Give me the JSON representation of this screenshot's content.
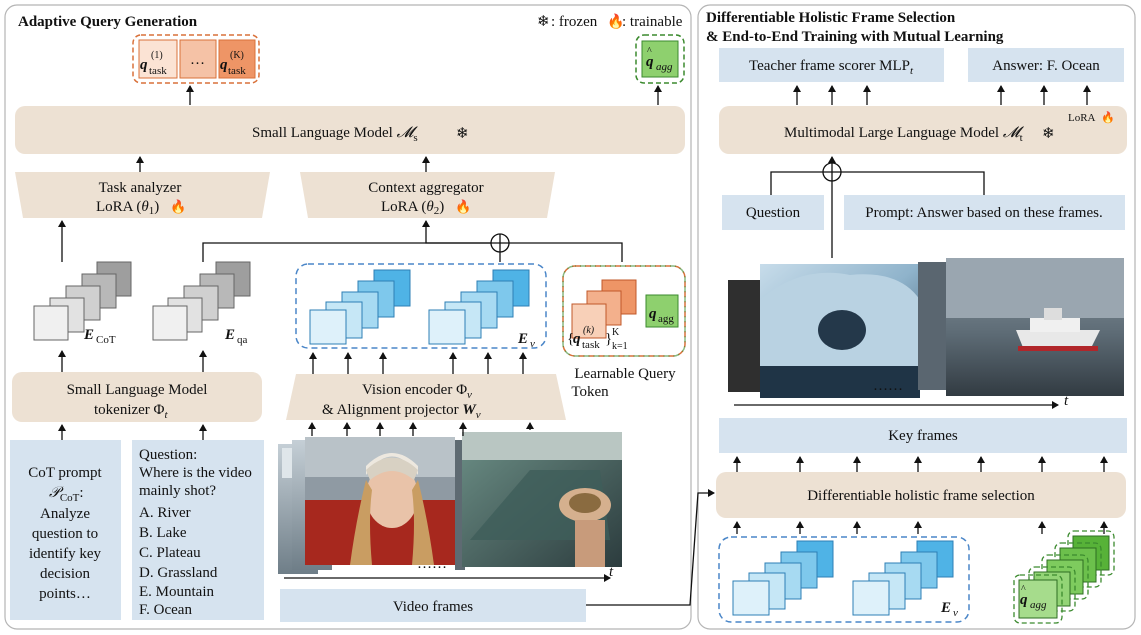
{
  "left_panel": {
    "title": "Adaptive Query Generation",
    "legend": {
      "frozen": ": frozen",
      "trainable": ": trainable"
    },
    "query_box": {
      "q_task_1": "q",
      "q_task_1_sup": "(1)",
      "q_task_1_sub": "task",
      "ellipsis": "…",
      "q_task_k": "q",
      "q_task_k_sup": "(K)",
      "q_task_k_sub": "task"
    },
    "q_agg_hat": {
      "text": "q",
      "sub": "agg"
    },
    "slm_top": {
      "label": "Small Language Model ",
      "math": "𝓜",
      "sub": "s"
    },
    "task_analyzer": {
      "line1": "Task analyzer",
      "line2": "LoRA (",
      "theta": "θ",
      "theta_sub": "1",
      "close": ")"
    },
    "context_aggregator": {
      "line1": "Context aggregator",
      "line2": "LoRA (",
      "theta": "θ",
      "theta_sub": "2",
      "close": ")"
    },
    "e_cot": {
      "text": "E",
      "sub": "CoT"
    },
    "e_qa": {
      "text": "E",
      "sub": "qa"
    },
    "e_v": {
      "text": "E",
      "sub": "v"
    },
    "learnable": {
      "q": "q",
      "sup": "(k)",
      "sub": "task",
      "range_sup": "K",
      "range_sub": "k=1",
      "agg": "q",
      "agg_sub": "agg",
      "caption1": "Learnable Query",
      "caption2": "Token"
    },
    "tokenizer": {
      "line1": "Small Language Model",
      "line2": "tokenizer  Φ",
      "sub": "t"
    },
    "vision_encoder": {
      "line1": "Vision encoder Φ",
      "line1_sub": "v",
      "line2": "& Alignment projector ",
      "line2_w": "W",
      "line2_sub": "v"
    },
    "cot_prompt": [
      "CoT prompt",
      "𝒫",
      "CoT",
      ":",
      "Analyze",
      "question to",
      "identify key",
      "decision",
      "points…"
    ],
    "question": [
      "Question:",
      "Where is the video",
      "mainly shot?",
      "A. River",
      "B. Lake",
      "C. Plateau",
      "D. Grassland",
      "E. Mountain",
      "F. Ocean"
    ],
    "video_frames": "Video frames",
    "frames_ellipsis": "……",
    "t": "t"
  },
  "right_panel": {
    "title1": "Differentiable Holistic Frame Selection",
    "title2": "& End-to-End Training with Mutual Learning",
    "teacher": {
      "text": "Teacher frame scorer MLP",
      "sub": "t"
    },
    "answer": "Answer: F. Ocean",
    "mllm": {
      "text": "Multimodal Large Language Model ",
      "math": "𝓜",
      "sub": "t"
    },
    "lora": "LoRA",
    "question": "Question",
    "prompt": "Prompt: Answer based on these frames.",
    "frames_ellipsis": "……",
    "t": "t",
    "key_frames": "Key frames",
    "dhfs": "Differentiable holistic frame selection",
    "e_v": {
      "text": "E",
      "sub": "v"
    },
    "q_agg_hat": {
      "text": "q",
      "sub": "agg"
    }
  },
  "colors": {
    "beige": "#ede1d3",
    "blue_box": "#d6e3ef",
    "orange_dash": "#d9713a",
    "green_dash": "#3b8a2e",
    "blue_dash": "#4a86c8",
    "orange_token": "#f0a27a",
    "green_token": "#8ed06e",
    "cyan_token": "#7ec8ec"
  }
}
